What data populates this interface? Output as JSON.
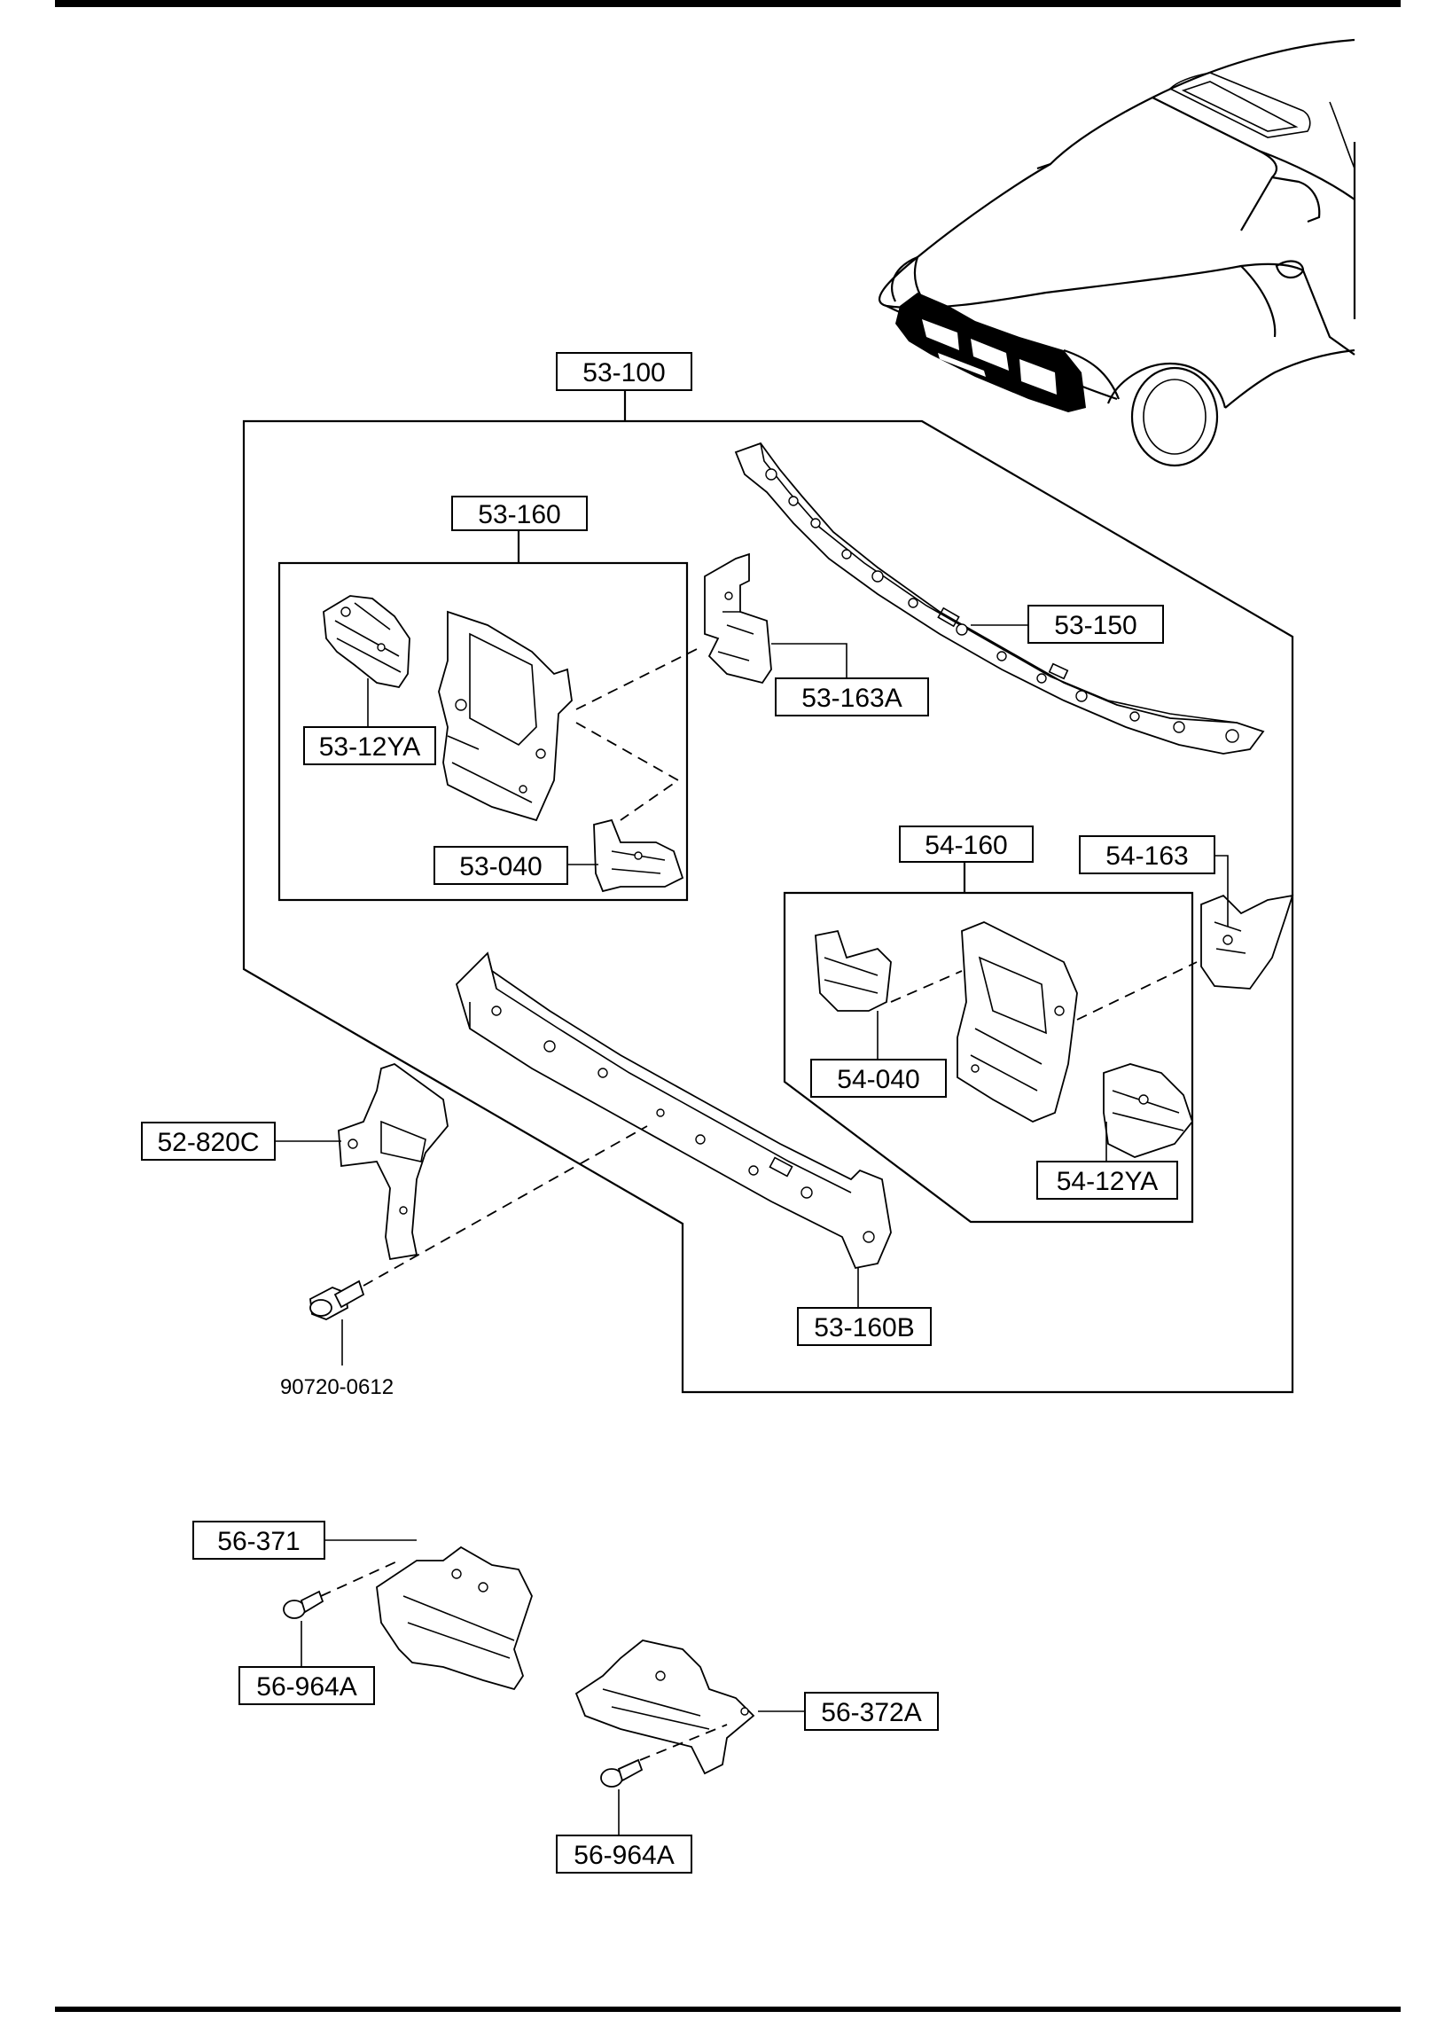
{
  "labels": {
    "assembly": "53-100",
    "upper_member": "53-150",
    "rh_panel_asm": "53-160",
    "rh_bracket": "53-163A",
    "rh_reinf": "53-12YA",
    "rh_stay": "53-040",
    "lh_panel_asm": "54-160",
    "lh_bracket": "54-163",
    "lh_stay": "54-040",
    "lh_reinf": "54-12YA",
    "lower_member": "53-160B",
    "hood_lock_bracket": "52-820C",
    "bolt": "90720-0612",
    "rh_cover": "56-371",
    "rh_screw": "56-964A",
    "lh_cover": "56-372A",
    "lh_screw": "56-964A"
  }
}
